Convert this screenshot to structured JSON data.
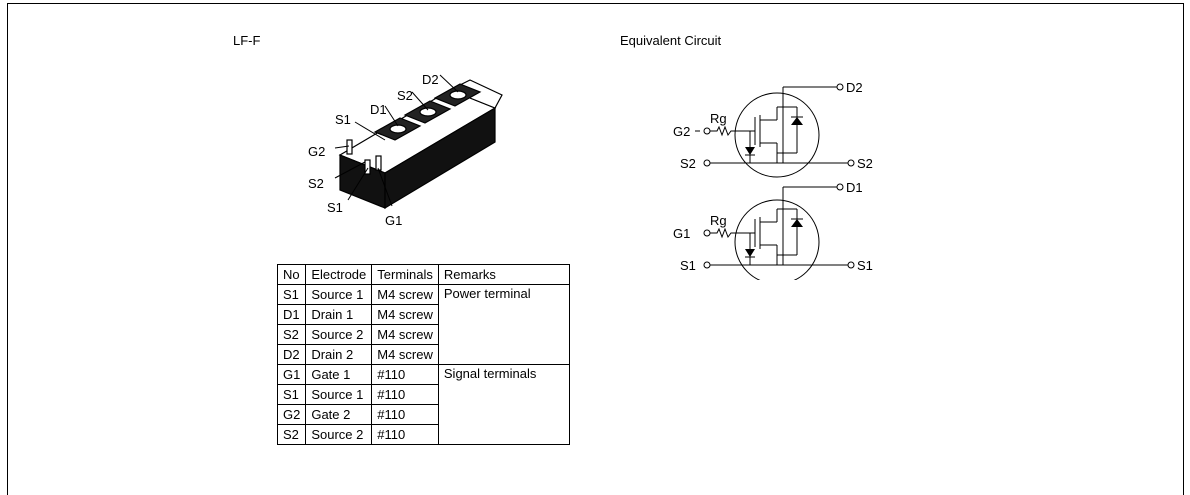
{
  "package_label": "LF-F",
  "circuit_label": "Equivalent Circuit",
  "module_labels": {
    "d2": "D2",
    "s2_top": "S2",
    "d1": "D1",
    "s1_top": "S1",
    "g2": "G2",
    "s2_side": "S2",
    "s1_side": "S1",
    "g1": "G1"
  },
  "circuit_labels": {
    "d2": "D2",
    "g2": "G2",
    "rg_top": "Rg",
    "s2_left": "S2",
    "s2_right": "S2",
    "d1": "D1",
    "g1": "G1",
    "rg_bottom": "Rg",
    "s1_left": "S1",
    "s1_right": "S1"
  },
  "table": {
    "headers": [
      "No",
      "Electrode",
      "Terminals",
      "Remarks"
    ],
    "rows": [
      {
        "no": "S1",
        "electrode": "Source 1",
        "terminals": "M4 screw"
      },
      {
        "no": "D1",
        "electrode": "Drain 1",
        "terminals": "M4 screw"
      },
      {
        "no": "S2",
        "electrode": "Source 2",
        "terminals": "M4 screw"
      },
      {
        "no": "D2",
        "electrode": "Drain 2",
        "terminals": "M4 screw"
      },
      {
        "no": "G1",
        "electrode": "Gate 1",
        "terminals": "#110"
      },
      {
        "no": "S1",
        "electrode": "Source 1",
        "terminals": "#110"
      },
      {
        "no": "G2",
        "electrode": "Gate 2",
        "terminals": "#110"
      },
      {
        "no": "S2",
        "electrode": "Source 2",
        "terminals": "#110"
      }
    ],
    "remarks": [
      "Power terminal",
      "Signal terminals"
    ]
  }
}
